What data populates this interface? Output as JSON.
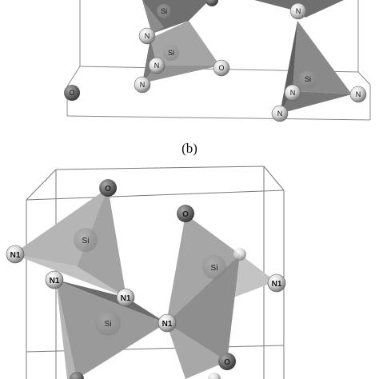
{
  "caption": "(b)",
  "panel_top": {
    "labels": {
      "si_left": "Si",
      "si_left_inner": "Si",
      "si_right": "Si",
      "n_a": "N",
      "n_b": "N",
      "n_c": "N",
      "n_d": "N",
      "n_e": "N",
      "n_f": "N",
      "n_g": "N",
      "o_left": "O"
    }
  },
  "panel_bottom": {
    "labels": {
      "o_top": "O",
      "o_mid": "O",
      "o_bottom": "O",
      "n1_left": "N1",
      "n1_left_lower": "N1",
      "n1_center_left": "N1",
      "n1_center": "N1",
      "n1_right": "N1",
      "si_left": "Si",
      "si_lower": "Si",
      "si_right": "Si"
    }
  },
  "colors": {
    "tetra_dark": "#6f6f6f",
    "tetra_mid": "#9a9a9a",
    "tetra_light": "#bdbdbd",
    "atom_n": "#e3e3e3",
    "atom_o": "#6a6a6a",
    "cell_line": "#8a8a8a"
  }
}
